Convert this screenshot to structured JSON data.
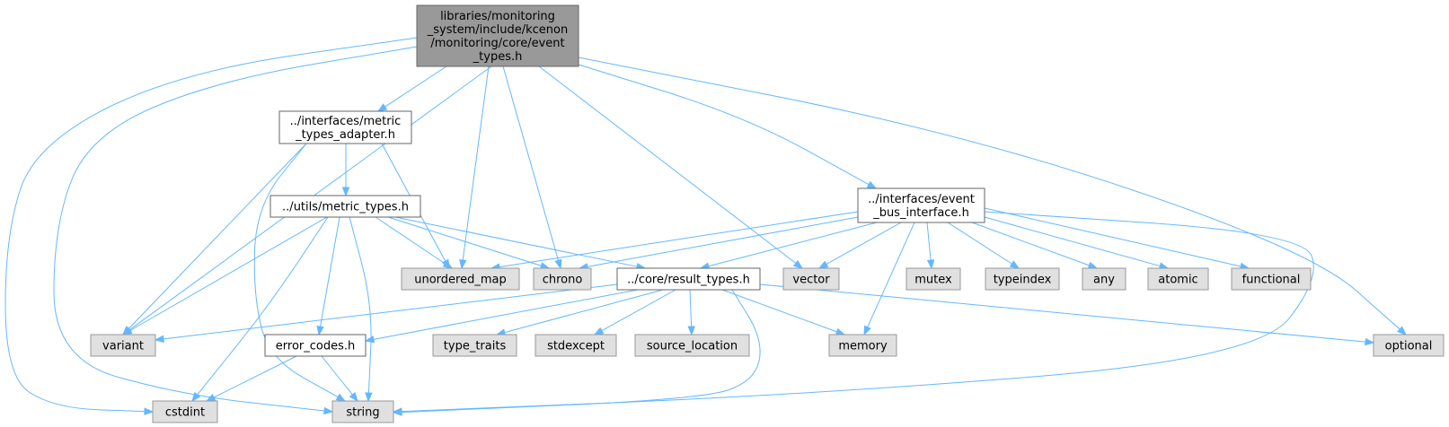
{
  "diagram": {
    "type": "include-dependency-graph",
    "colors": {
      "edge": "#63b8ff",
      "root_fill": "#999999",
      "local_fill": "#ffffff",
      "system_fill": "#e0e0e0",
      "border": "#666666"
    },
    "nodes": [
      {
        "id": "event_types",
        "kind": "root",
        "label": [
          "libraries/monitoring",
          "_system/include/kcenon",
          "/monitoring/core/event",
          "_types.h"
        ]
      },
      {
        "id": "metric_types_adapter",
        "kind": "local",
        "label": [
          "../interfaces/metric",
          "_types_adapter.h"
        ]
      },
      {
        "id": "metric_types",
        "kind": "local",
        "label": [
          "../utils/metric_types.h"
        ]
      },
      {
        "id": "event_bus_interface",
        "kind": "local",
        "label": [
          "../interfaces/event",
          "_bus_interface.h"
        ]
      },
      {
        "id": "result_types",
        "kind": "local",
        "label": [
          "../core/result_types.h"
        ]
      },
      {
        "id": "error_codes",
        "kind": "local",
        "label": [
          "error_codes.h"
        ]
      },
      {
        "id": "unordered_map",
        "kind": "system",
        "label": [
          "unordered_map"
        ]
      },
      {
        "id": "chrono",
        "kind": "system",
        "label": [
          "chrono"
        ]
      },
      {
        "id": "vector",
        "kind": "system",
        "label": [
          "vector"
        ]
      },
      {
        "id": "mutex",
        "kind": "system",
        "label": [
          "mutex"
        ]
      },
      {
        "id": "typeindex",
        "kind": "system",
        "label": [
          "typeindex"
        ]
      },
      {
        "id": "any",
        "kind": "system",
        "label": [
          "any"
        ]
      },
      {
        "id": "atomic",
        "kind": "system",
        "label": [
          "atomic"
        ]
      },
      {
        "id": "functional",
        "kind": "system",
        "label": [
          "functional"
        ]
      },
      {
        "id": "variant",
        "kind": "system",
        "label": [
          "variant"
        ]
      },
      {
        "id": "type_traits",
        "kind": "system",
        "label": [
          "type_traits"
        ]
      },
      {
        "id": "stdexcept",
        "kind": "system",
        "label": [
          "stdexcept"
        ]
      },
      {
        "id": "source_location",
        "kind": "system",
        "label": [
          "source_location"
        ]
      },
      {
        "id": "memory",
        "kind": "system",
        "label": [
          "memory"
        ]
      },
      {
        "id": "optional",
        "kind": "system",
        "label": [
          "optional"
        ]
      },
      {
        "id": "cstdint",
        "kind": "system",
        "label": [
          "cstdint"
        ]
      },
      {
        "id": "string",
        "kind": "system",
        "label": [
          "string"
        ]
      }
    ],
    "edges": [
      [
        "event_types",
        "metric_types_adapter"
      ],
      [
        "event_types",
        "unordered_map"
      ],
      [
        "event_types",
        "chrono"
      ],
      [
        "event_types",
        "vector"
      ],
      [
        "event_types",
        "event_bus_interface"
      ],
      [
        "event_types",
        "optional"
      ],
      [
        "event_types",
        "variant"
      ],
      [
        "event_types",
        "string"
      ],
      [
        "event_types",
        "cstdint"
      ],
      [
        "metric_types_adapter",
        "metric_types"
      ],
      [
        "metric_types_adapter",
        "unordered_map"
      ],
      [
        "metric_types_adapter",
        "variant"
      ],
      [
        "metric_types_adapter",
        "string"
      ],
      [
        "metric_types",
        "unordered_map"
      ],
      [
        "metric_types",
        "chrono"
      ],
      [
        "metric_types",
        "result_types"
      ],
      [
        "metric_types",
        "variant"
      ],
      [
        "metric_types",
        "error_codes"
      ],
      [
        "metric_types",
        "cstdint"
      ],
      [
        "metric_types",
        "string"
      ],
      [
        "event_bus_interface",
        "unordered_map"
      ],
      [
        "event_bus_interface",
        "chrono"
      ],
      [
        "event_bus_interface",
        "result_types"
      ],
      [
        "event_bus_interface",
        "vector"
      ],
      [
        "event_bus_interface",
        "memory"
      ],
      [
        "event_bus_interface",
        "mutex"
      ],
      [
        "event_bus_interface",
        "typeindex"
      ],
      [
        "event_bus_interface",
        "any"
      ],
      [
        "event_bus_interface",
        "atomic"
      ],
      [
        "event_bus_interface",
        "functional"
      ],
      [
        "event_bus_interface",
        "string"
      ],
      [
        "result_types",
        "variant"
      ],
      [
        "result_types",
        "error_codes"
      ],
      [
        "result_types",
        "type_traits"
      ],
      [
        "result_types",
        "stdexcept"
      ],
      [
        "result_types",
        "source_location"
      ],
      [
        "result_types",
        "memory"
      ],
      [
        "result_types",
        "optional"
      ],
      [
        "result_types",
        "string"
      ],
      [
        "error_codes",
        "cstdint"
      ],
      [
        "error_codes",
        "string"
      ]
    ]
  }
}
